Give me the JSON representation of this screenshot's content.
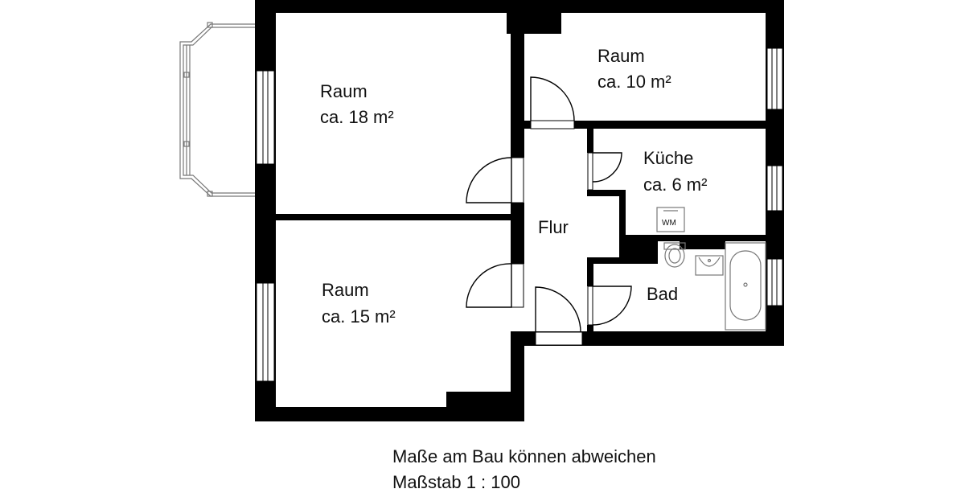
{
  "rooms": [
    {
      "name": "Raum",
      "area": "ca. 18 m²"
    },
    {
      "name": "Raum",
      "area": "ca. 10 m²"
    },
    {
      "name": "Küche",
      "area": "ca. 6 m²"
    },
    {
      "name": "Flur"
    },
    {
      "name": "Raum",
      "area": "ca. 15 m²"
    },
    {
      "name": "Bad"
    }
  ],
  "fixtures": {
    "washing_machine": "WM"
  },
  "notes": {
    "disclaimer": "Maße am Bau können abweichen",
    "scale": "Maßstab 1 : 100"
  },
  "colors": {
    "wall": "#000000",
    "fixture": "#777777",
    "background": "#ffffff"
  }
}
